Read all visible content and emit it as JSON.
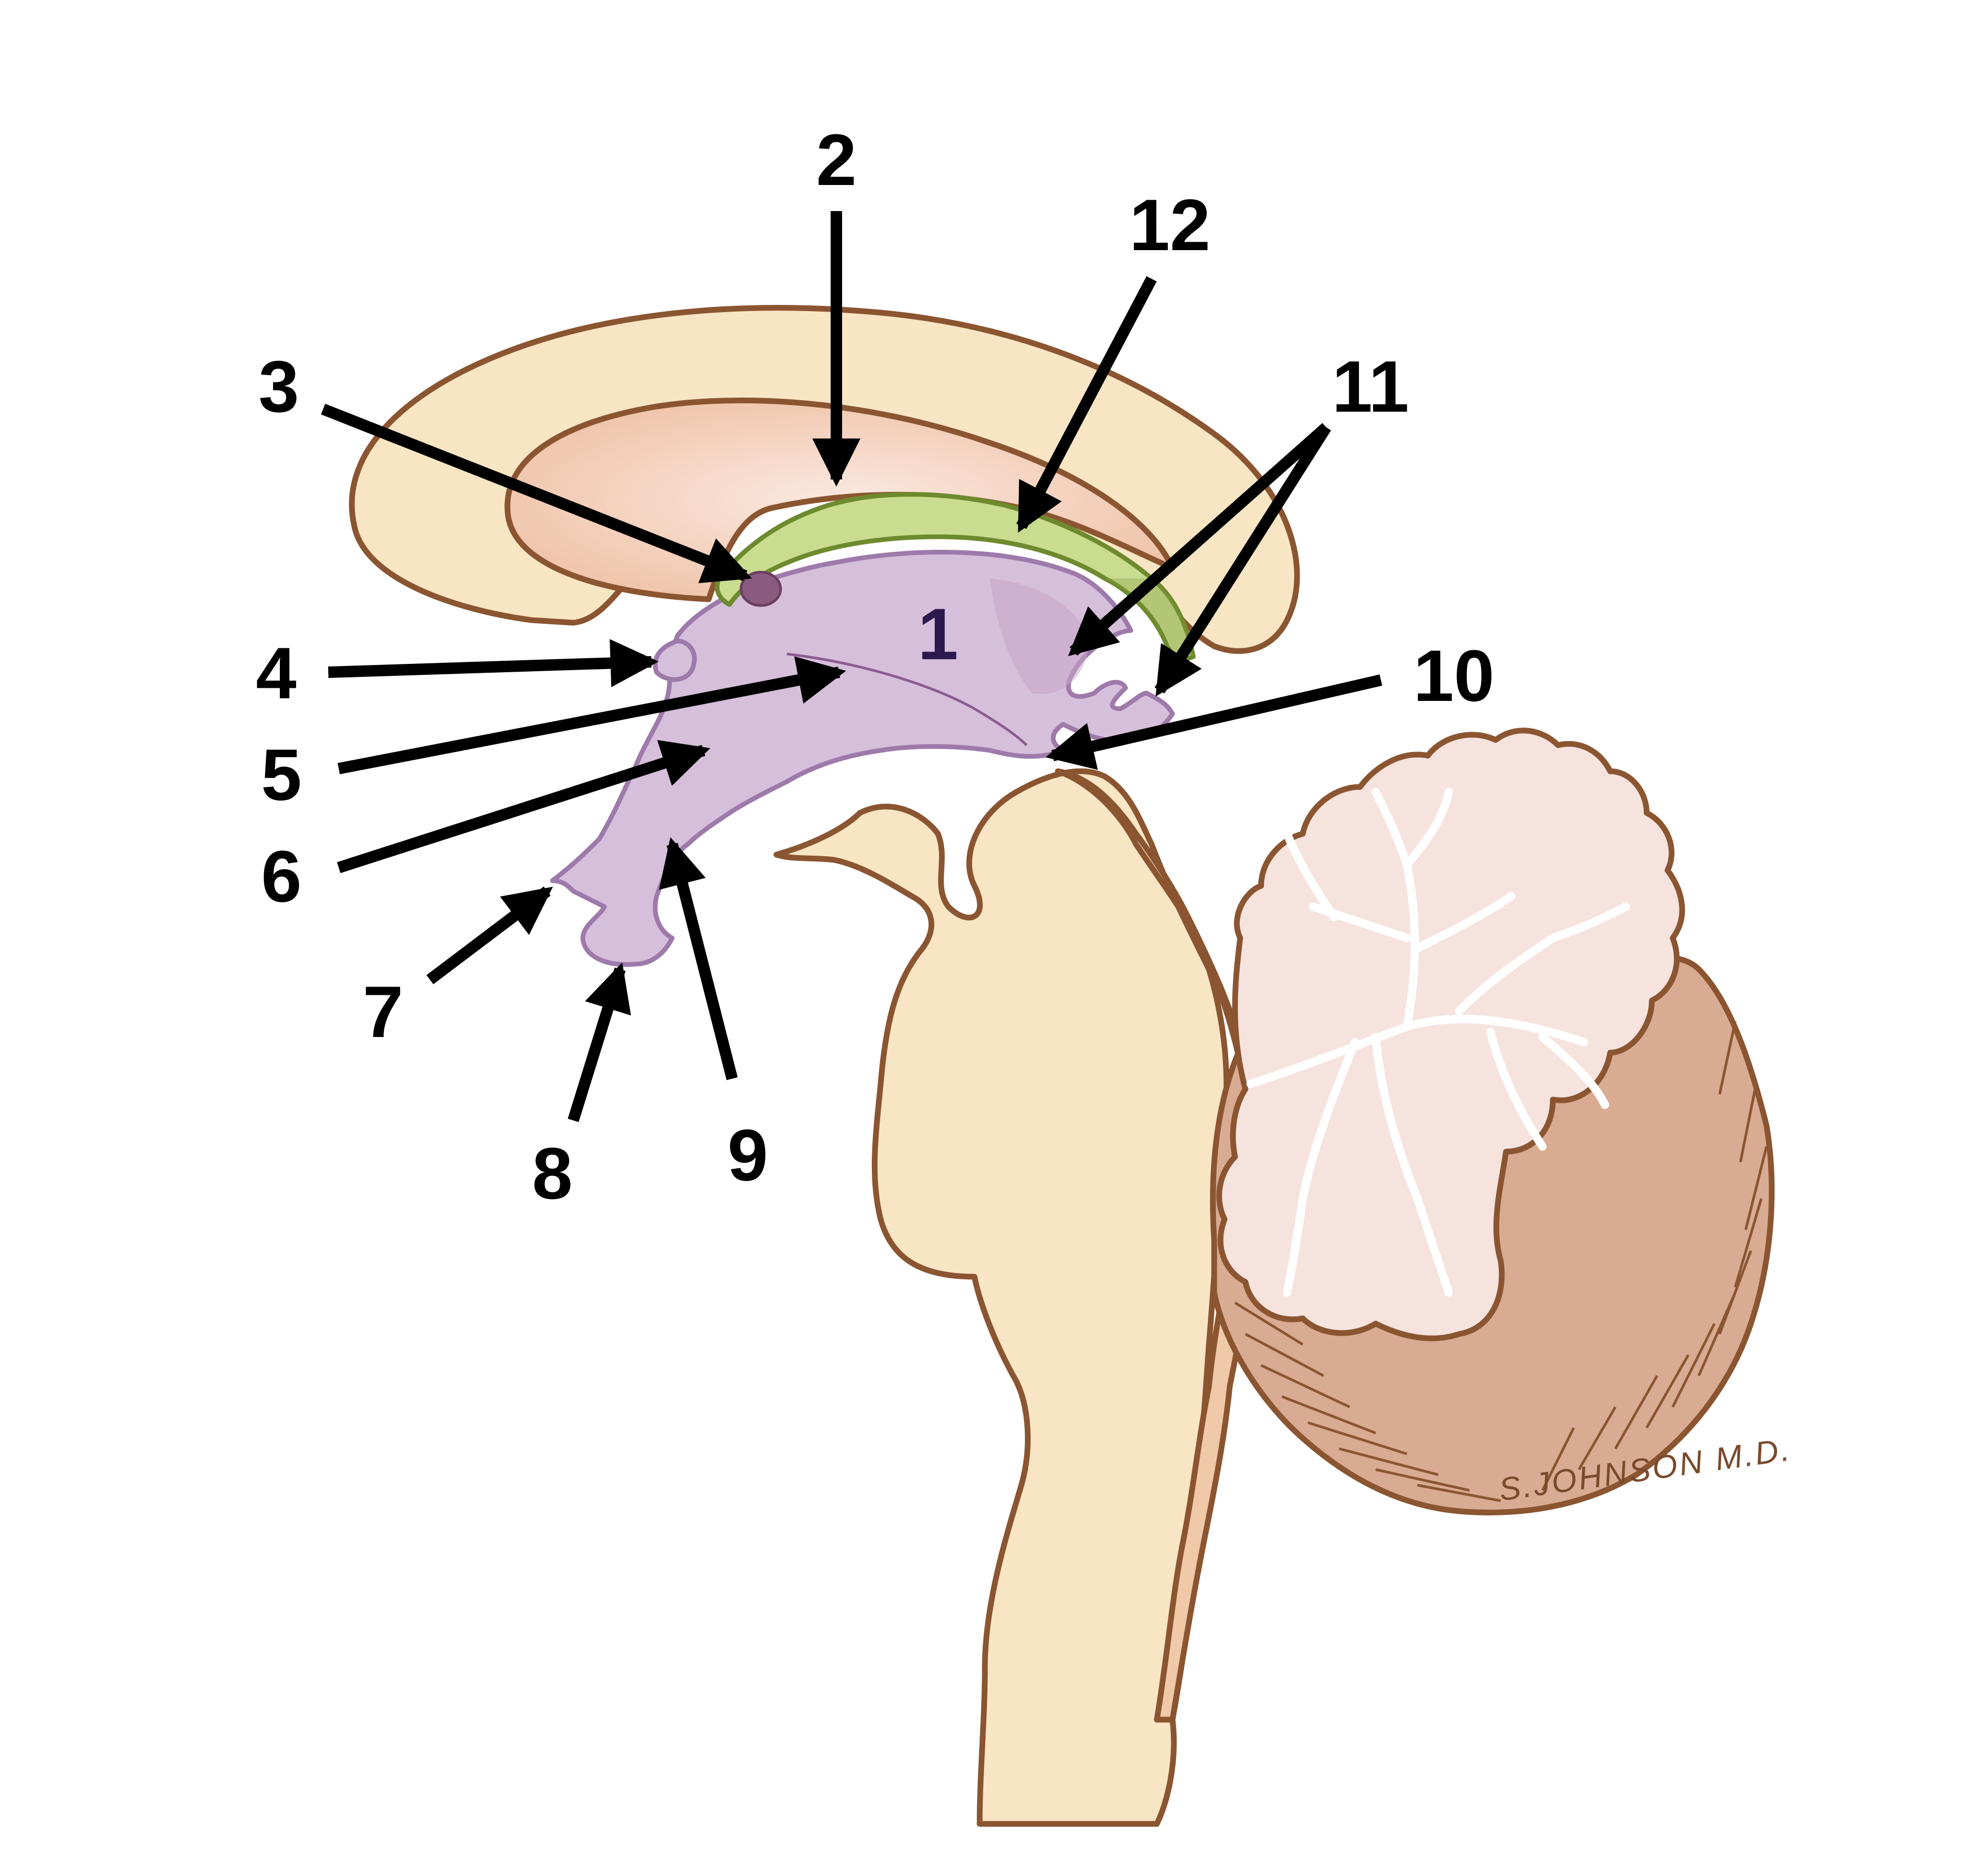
{
  "labels": {
    "l1": "1",
    "l2": "2",
    "l3": "3",
    "l4": "4",
    "l5": "5",
    "l6": "6",
    "l7": "7",
    "l8": "8",
    "l9": "9",
    "l10": "10",
    "l11": "11",
    "l12": "12"
  },
  "signature": "S.JOHNSON M.D.",
  "colors": {
    "brain_fill": "#f8e5c4",
    "brain_outline": "#8a5530",
    "ventricle_fill": "#d6bfdb",
    "ventricle_outline": "#9e7aaa",
    "fornix_fill": "#c9dc8f",
    "fornix_outline": "#6e8a2e",
    "cerebellum_fill": "#f6e3de",
    "cerebellum_lower_fill": "#d9ab92",
    "arrows": "#000000",
    "label_1_color": "#2a1a4e"
  }
}
